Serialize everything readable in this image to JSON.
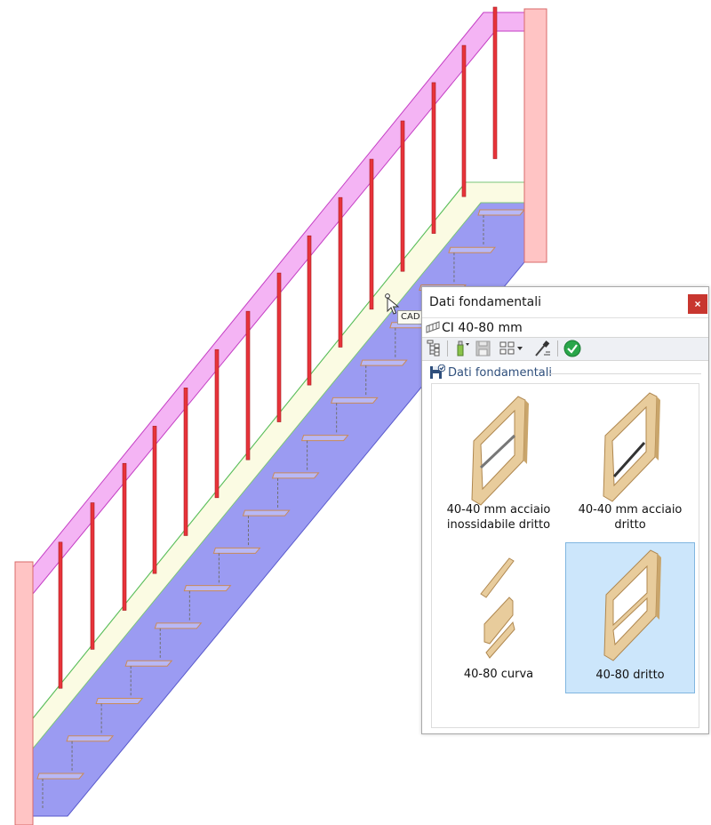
{
  "cad_view": {
    "tooltip": "CAD"
  },
  "panel": {
    "title": "Dati fondamentali",
    "close_symbol": "×",
    "object_name": "CI 40-80 mm",
    "section_title": "Dati fondamentali",
    "toolbar": [
      "tree-structure-icon",
      "bottle-dropdown-icon",
      "save-icon",
      "grid-view-dropdown-icon",
      "eyedropper-icon",
      "confirm-check-icon"
    ],
    "options": [
      {
        "label_line1": "40-40  mm acciaio",
        "label_line2": "inossidabile dritto",
        "selected": false
      },
      {
        "label_line1": "40-40 mm acciaio",
        "label_line2": "dritto",
        "selected": false
      },
      {
        "label_line1": "40-80 curva",
        "label_line2": "",
        "selected": false
      },
      {
        "label_line1": "40-80 dritto",
        "label_line2": "",
        "selected": true
      }
    ]
  },
  "colors": {
    "handrail": "#f4b4f4",
    "newel_post": "#ffc4c4",
    "baluster": "#e8333a",
    "stringer": "#8f8ff0",
    "glass_panel": "#fbfbe4",
    "selection": "#cce6fb",
    "confirm": "#2aa64a",
    "close": "#c8362f"
  }
}
